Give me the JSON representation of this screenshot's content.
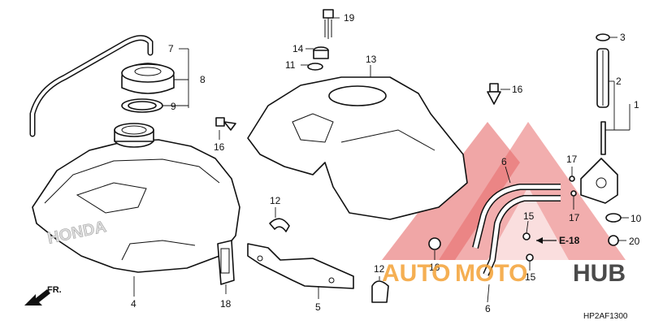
{
  "callouts": {
    "c1": "1",
    "c2": "2",
    "c3": "3",
    "c4": "4",
    "c5": "5",
    "c6a": "6",
    "c6b": "6",
    "c7": "7",
    "c8": "8",
    "c9": "9",
    "c10": "10",
    "c11": "11",
    "c12a": "12",
    "c12b": "12",
    "c13": "13",
    "c14": "14",
    "c15a": "15",
    "c15b": "15",
    "c16a": "16",
    "c16b": "16",
    "c16c": "16",
    "c17a": "17",
    "c17b": "17",
    "c18": "18",
    "c19": "19",
    "c20": "20"
  },
  "ref_label": "E-18",
  "front_label": "FR.",
  "diagram_code": "HP2AF1300",
  "watermark": {
    "tank_emboss": "HONDA",
    "brand_left": "AUTO",
    "brand_mid": "MOTO",
    "brand_right": "HUB",
    "color_accent": "#f4a236",
    "color_red": "#e03a3a",
    "color_dark": "#2b2b2b"
  }
}
